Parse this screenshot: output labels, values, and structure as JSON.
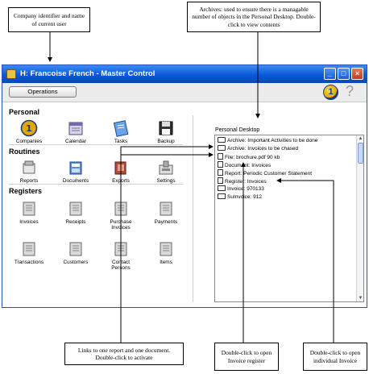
{
  "callouts": {
    "company": "Company identifier and name of current user",
    "archives": "Archives: used to ensure there is a managable number of objects in the Personal Desktop. Double-click to view contents",
    "links": "Links to one report and one document. Double-click to activate",
    "open_register": "Double-click to open Invoice register",
    "open_invoice": "Double-click to open individual Invoice"
  },
  "window": {
    "title": "H: Francoise French - Master Control",
    "minimize": "_",
    "maximize": "□",
    "close": "×"
  },
  "toolbar": {
    "operations": "Operations",
    "logo_text": "1",
    "help": "?"
  },
  "personal": {
    "title": "Personal",
    "items": [
      "Companies",
      "Calendar",
      "Tasks",
      "Backup"
    ]
  },
  "routines": {
    "title": "Routines",
    "items": [
      "Reports",
      "Documents",
      "Exports",
      "Settings"
    ]
  },
  "registers": {
    "title": "Registers",
    "items": [
      "Invoices",
      "Receipts",
      "Purchase Invoices",
      "Payments",
      "Transactions",
      "Customers",
      "Contact Persons",
      "Items"
    ]
  },
  "desktop": {
    "label": "Personal Desktop",
    "rows": [
      "Archive: Important Activities to be done",
      "Archive: Invoices to be chased",
      "File: brochure.pdf    90 kb",
      "Document: Invoices",
      "Report: Periodic Customer Statement",
      "Register: Invoices",
      "Invoice: 970133",
      "SuInvoice: 912"
    ]
  },
  "colors": {
    "titlebar": "#0a58d8",
    "window_bg": "#ece9d8",
    "logo_yellow": "#e2a700",
    "logo_blue": "#1b3a8c"
  }
}
